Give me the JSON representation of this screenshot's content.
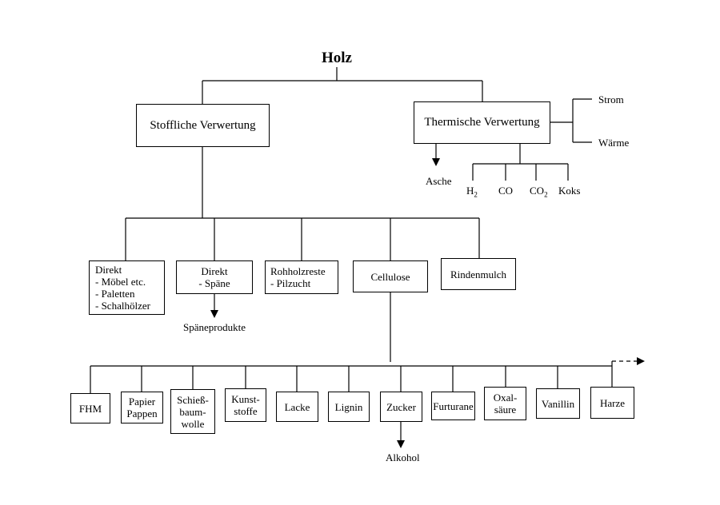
{
  "root": "Holz",
  "stoffliche": "Stoffliche Verwertung",
  "thermische": "Thermische Verwertung",
  "thermal_energy": [
    "Strom",
    "Wärme"
  ],
  "asche": "Asche",
  "gases": [
    {
      "base": "H",
      "sub": "2"
    },
    {
      "base": "CO",
      "sub": ""
    },
    {
      "base": "CO",
      "sub": "2"
    },
    {
      "base": "Koks",
      "sub": ""
    }
  ],
  "material_uses": [
    "Direkt\n- Möbel etc.\n- Paletten\n- Schalhölzer",
    "Direkt\n- Späne",
    "Rohholzreste\n- Pilzucht",
    "Cellulose",
    "Rindenmulch"
  ],
  "spaeneprodukte": "Späneprodukte",
  "cellulose_products": [
    "FHM",
    "Papier\nPappen",
    "Schieß-\nbaum-\nwolle",
    "Kunst-\nstoffe",
    "Lacke",
    "Lignin",
    "Zucker",
    "Furturane",
    "Oxal-\nsäure",
    "Vanillin",
    "Harze"
  ],
  "alkohol": "Alkohol"
}
